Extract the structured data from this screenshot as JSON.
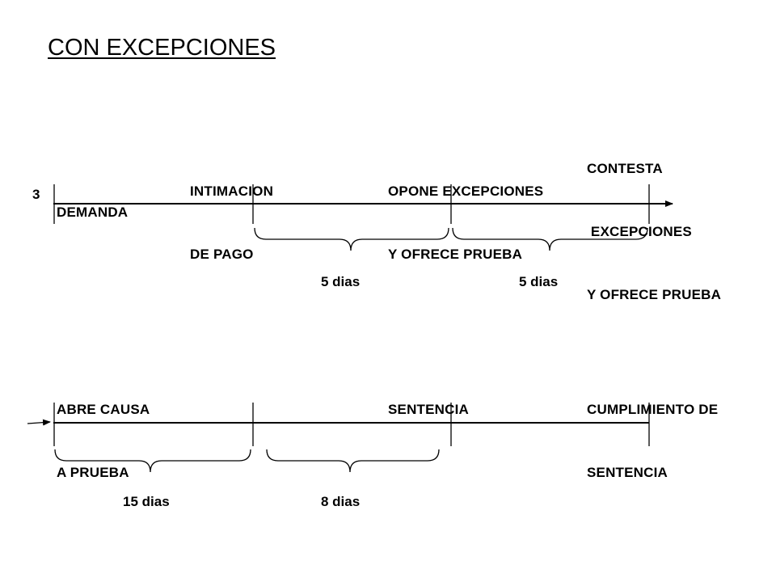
{
  "title": "CON EXCEPCIONES",
  "timeline1": {
    "step_number": "3",
    "events": [
      {
        "lines": [
          "DEMANDA"
        ]
      },
      {
        "lines": [
          "INTIMACION",
          "DE PAGO"
        ]
      },
      {
        "lines": [
          "OPONE EXCEPCIONES",
          "Y OFRECE PRUEBA"
        ]
      },
      {
        "lines": [
          "CONTESTA",
          " EXCEPCIONES",
          "Y OFRECE PRUEBA"
        ]
      }
    ],
    "durations": [
      "5 dias",
      "5 dias"
    ]
  },
  "timeline2": {
    "events": [
      {
        "lines": [
          "ABRE CAUSA",
          "A PRUEBA"
        ]
      },
      {
        "lines": [
          "SENTENCIA"
        ]
      },
      {
        "lines": [
          "CUMPLIMIENTO DE",
          "SENTENCIA"
        ]
      }
    ],
    "durations": [
      "15 dias",
      "8 dias"
    ]
  }
}
